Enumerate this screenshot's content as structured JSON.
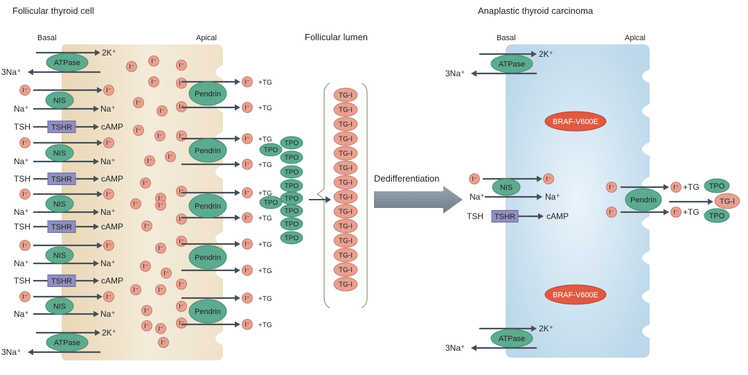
{
  "titles": {
    "left_cell": "Follicular thyroid cell",
    "lumen": "Follicular lumen",
    "right_cell": "Anaplastic thyroid carcinoma"
  },
  "sides": {
    "basal": "Basal",
    "apical": "Apical"
  },
  "labels": {
    "atpase": "ATPase",
    "nis": "NIS",
    "tshr": "TSHR",
    "pendrin": "Pendrin",
    "tpo": "TPO",
    "tgi": "TG-I",
    "braf": "BRAF-V600E",
    "iodide": "I⁻",
    "k2": "2K⁺",
    "na3": "3Na⁺",
    "na": "Na⁺",
    "tsh": "TSH",
    "camp": "cAMP",
    "plus_tg": "+TG",
    "dediff": "Dedifferentiation"
  },
  "colors": {
    "cell_fill": "#efe0c4",
    "carcinoma_fill": "#cfe3f0",
    "protein_green": "#5dab8f",
    "iodide_pink": "#e8a090",
    "tshr_purple": "#8f8fc0",
    "braf_red": "#e05a42",
    "arrow": "#454f5a"
  },
  "counts": {
    "tgi_stack": 14
  }
}
